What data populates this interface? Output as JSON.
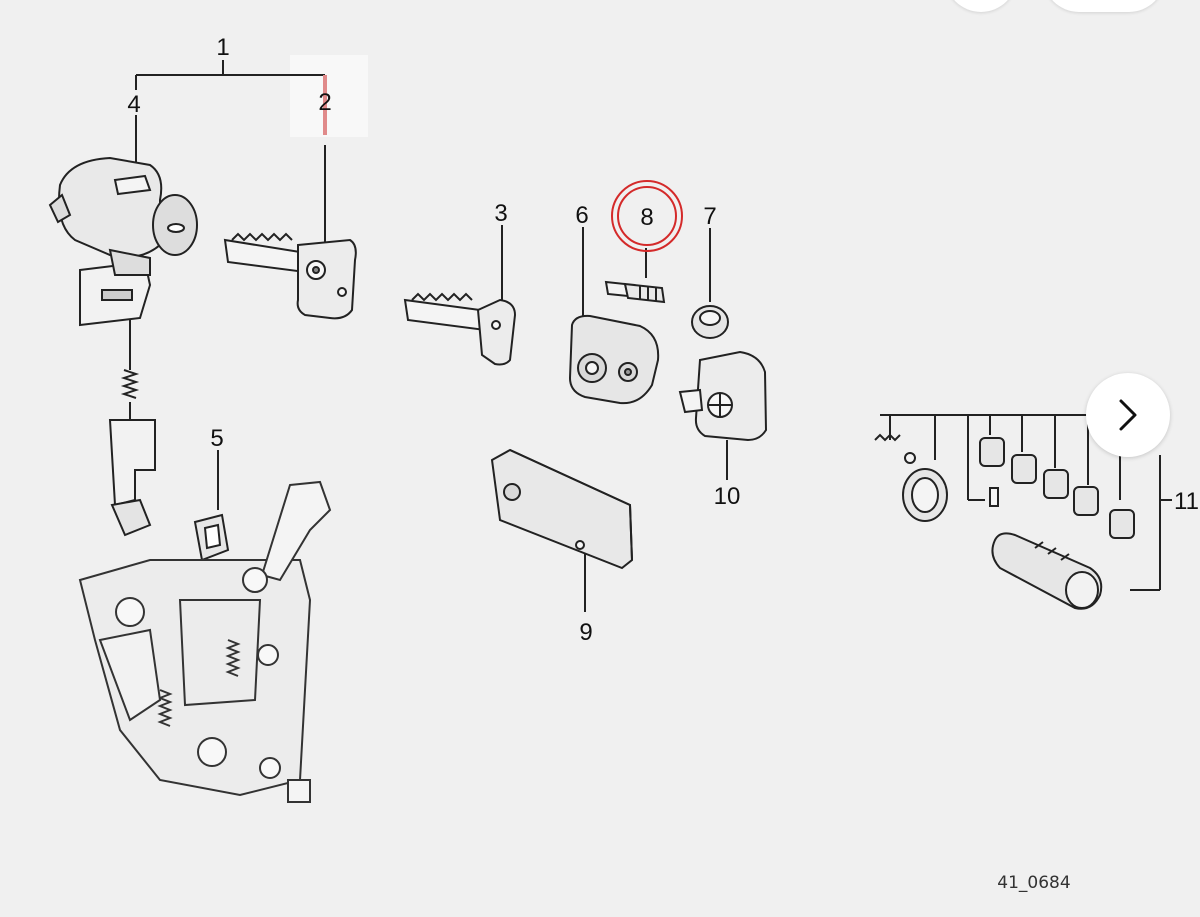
{
  "callouts": {
    "c1": "1",
    "c2": "2",
    "c3": "3",
    "c4": "4",
    "c5": "5",
    "c6": "6",
    "c7": "7",
    "c8": "8",
    "c9": "9",
    "c10": "10",
    "c11": "11"
  },
  "reference_code": "41_0684",
  "icons": {
    "next": "chevron-right-icon"
  },
  "colors": {
    "highlight_circle": "#d42a2a",
    "highlight_mark": "#e08a8a",
    "line": "#222222",
    "background": "#f0f0f0"
  }
}
